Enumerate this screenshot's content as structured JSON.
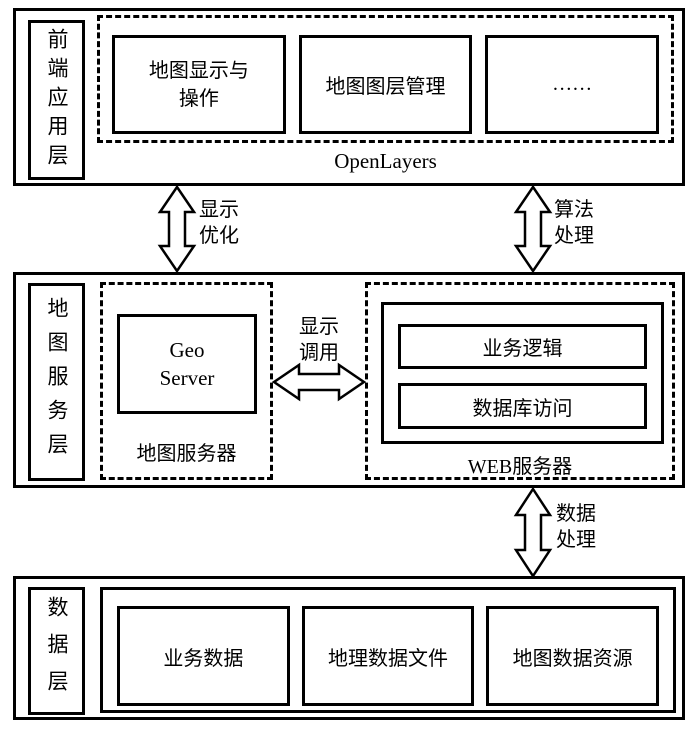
{
  "diagram": {
    "frontend_layer": {
      "title": "前端应用层",
      "modules": {
        "map_display": [
          "地图显示与",
          "操作"
        ],
        "layer_management": "地图图层管理",
        "more": "……"
      },
      "framework_label": "OpenLayers"
    },
    "interlayer_arrows": {
      "display_optimization": [
        "显示",
        "优化"
      ],
      "algorithm_processing": [
        "算法",
        "处理"
      ],
      "data_processing": [
        "数据",
        "处理"
      ]
    },
    "map_service_layer": {
      "title": "地图服务层",
      "map_server": {
        "geoserver": [
          "Geo",
          "Server"
        ],
        "caption": "地图服务器"
      },
      "display_call_arrow": [
        "显示",
        "调用"
      ],
      "web_server": {
        "modules": [
          "业务逻辑",
          "数据库访问"
        ],
        "caption": "WEB服务器"
      }
    },
    "data_layer": {
      "title": "数据层",
      "sources": [
        "业务数据",
        "地理数据文件",
        "地图数据资源"
      ]
    }
  }
}
